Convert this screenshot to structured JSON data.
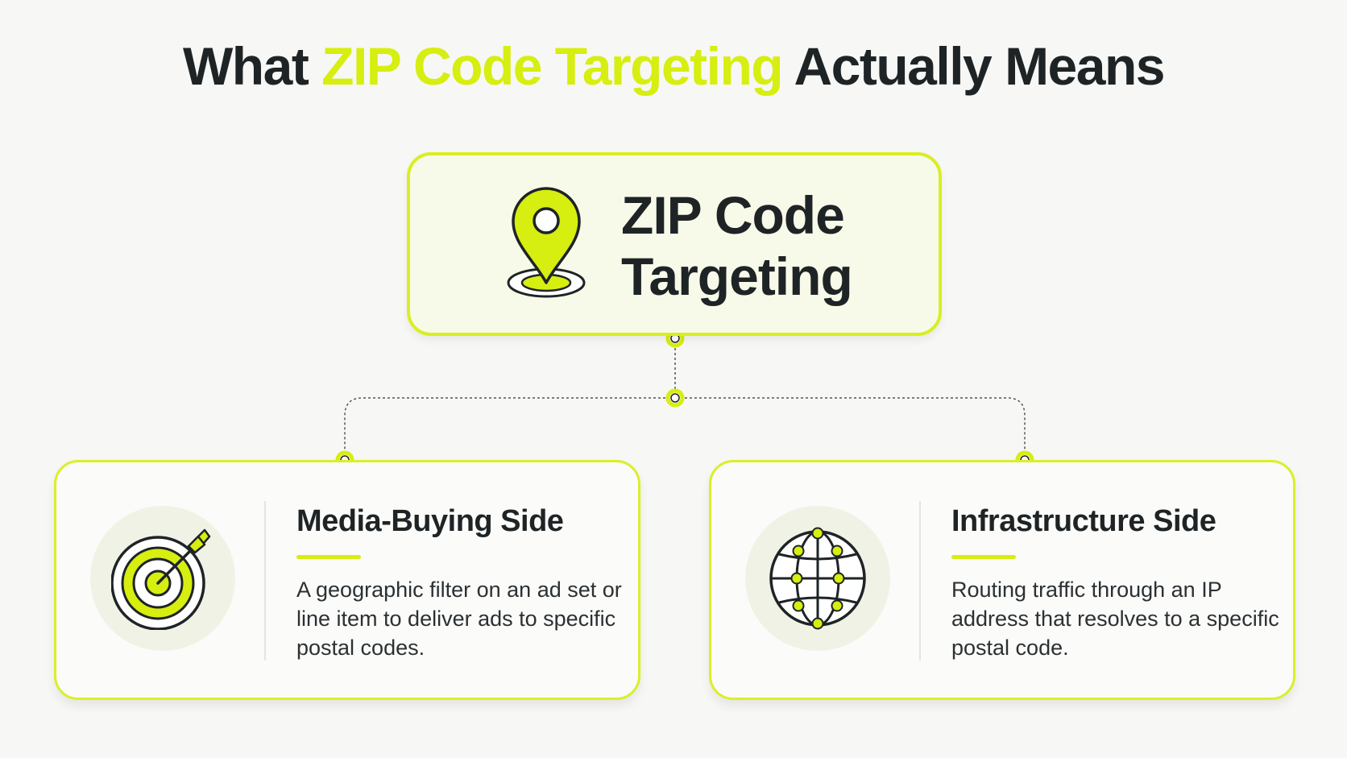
{
  "title": {
    "part1": "What ",
    "highlight": "ZIP Code Targeting",
    "part2": " Actually Means"
  },
  "root": {
    "line1": "ZIP Code",
    "line2": "Targeting",
    "icon": "location-pin-icon"
  },
  "branches": [
    {
      "title": "Media-Buying Side",
      "description": "A geographic filter on an ad set or line item to deliver ads to specific postal codes.",
      "icon": "target-arrow-icon"
    },
    {
      "title": "Infrastructure Side",
      "description": "Routing traffic through an IP address that resolves to a specific postal code.",
      "icon": "globe-network-icon"
    }
  ],
  "colors": {
    "accent": "#d6ee10",
    "text": "#1e2426",
    "background": "#f7f7f5",
    "card_fill": "#f8fae9"
  }
}
